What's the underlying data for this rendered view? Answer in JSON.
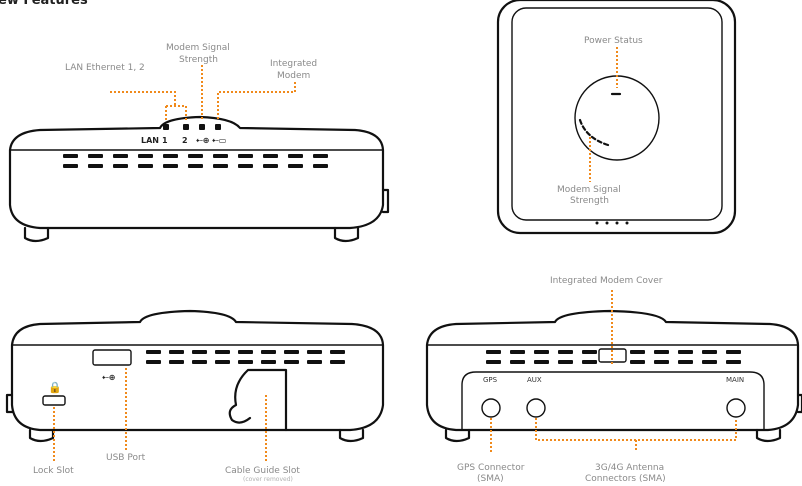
{
  "header_partial": "ew  Features",
  "views": {
    "front": {
      "callouts": {
        "lan": "LAN Ethernet 1, 2",
        "modem_signal_1": "Modem Signal",
        "modem_signal_2": "Strength",
        "integrated_modem_1": "Integrated",
        "integrated_modem_2": "Modem"
      },
      "panel_labels": {
        "lan": "LAN",
        "one": "1",
        "two": "2"
      }
    },
    "top": {
      "callouts": {
        "power_status": "Power Status",
        "modem_signal_1": "Modem Signal",
        "modem_signal_2": "Strength"
      }
    },
    "left": {
      "callouts": {
        "lock_slot": "Lock Slot",
        "usb_port": "USB Port",
        "cable_guide": "Cable Guide Slot",
        "cable_guide_note": "(cover removed)"
      }
    },
    "right": {
      "callouts": {
        "modem_cover": "Integrated Modem Cover",
        "gps_connector_1": "GPS Connector",
        "gps_connector_2": "(SMA)",
        "antenna_1": "3G/4G Antenna",
        "antenna_2": "Connectors (SMA)"
      },
      "port_labels": {
        "gps": "GPS",
        "aux": "AUX",
        "main": "MAIN"
      }
    }
  },
  "colors": {
    "accent": "#f08a1c",
    "outline": "#111111",
    "label": "#8a8a8a"
  }
}
